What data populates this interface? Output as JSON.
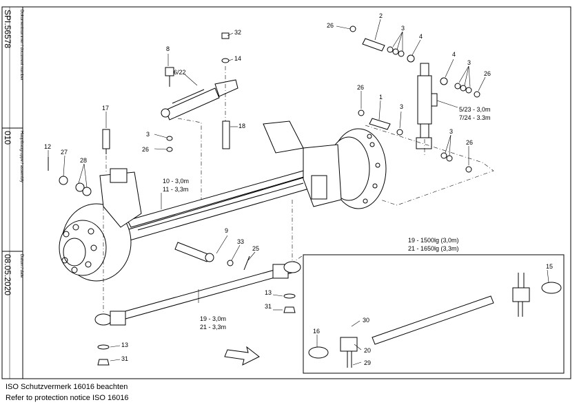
{
  "sidebar": {
    "document_number_label": "Dokumentnummer / document number",
    "document_number": "SPI.56578",
    "assembly_label": "Hauptbaugruppe / assembly",
    "assembly": "010",
    "date_label": "Datum / date",
    "date": "08.05.2020"
  },
  "footer": {
    "line_de": "ISO Schutzvermerk 16016 beachten",
    "line_en": "Refer to protection notice ISO 16016"
  },
  "inset": {
    "title_line1": "19 - 1500lg (3,0m)",
    "title_line2": "21 - 1650lg (3,3m)"
  },
  "callouts": {
    "c26a": "26",
    "c2": "2",
    "c3a": "3",
    "c4a": "4",
    "c32": "32",
    "c14": "14",
    "c8": "8",
    "c6_22": "6/22",
    "c4b": "4",
    "c3b": "3",
    "c26b": "26",
    "c26c": "26",
    "c1": "1",
    "c3c": "3",
    "c5_23": "5/23 - 3,0m",
    "c7_24": "7/24 - 3.3m",
    "c17": "17",
    "c18": "18",
    "c3d": "3",
    "c26d": "26",
    "c3e": "3",
    "c26e": "26",
    "c12": "12",
    "c27": "27",
    "c28": "28",
    "c10": "10 - 3,0m",
    "c11": "11 - 3,3m",
    "c9": "9",
    "c33": "33",
    "c25": "25",
    "c13a": "13",
    "c31a": "31",
    "c19": "19 - 3,0m",
    "c21": "21 - 3,3m",
    "c13b": "13",
    "c31b": "31",
    "c15": "15",
    "c16": "16",
    "c30": "30",
    "c20": "20",
    "c29": "29"
  }
}
